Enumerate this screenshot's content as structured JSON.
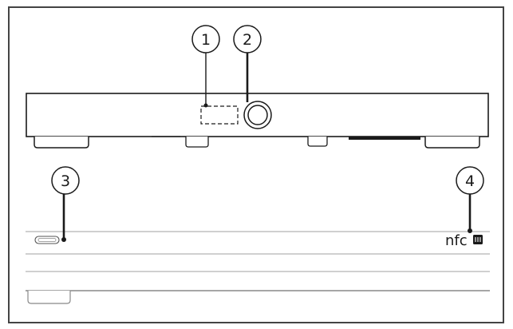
{
  "callouts": [
    {
      "number": "1"
    },
    {
      "number": "2"
    },
    {
      "number": "3"
    },
    {
      "number": "4"
    }
  ],
  "nfc_label": "nfc",
  "colors": {
    "line": "#1a1a1a",
    "frame": "#444444",
    "light_line": "#b5b5b5",
    "background": "#ffffff"
  }
}
